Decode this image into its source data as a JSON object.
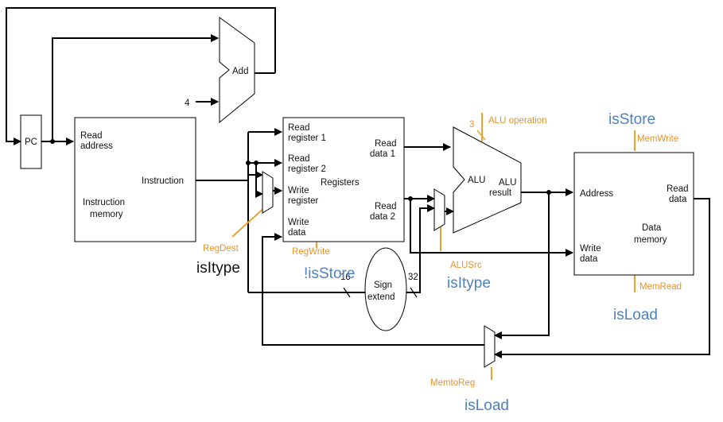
{
  "blocks": {
    "pc": "PC",
    "add": "Add",
    "four": "4",
    "imem_read": "Read",
    "imem_address": "address",
    "imem_instruction": "Instruction",
    "imem_name1": "Instruction",
    "imem_name2": "memory",
    "reg_read1a": "Read",
    "reg_read1b": "register 1",
    "reg_read2a": "Read",
    "reg_read2b": "register 2",
    "reg_writea": "Write",
    "reg_writeb": "register",
    "reg_wdataa": "Write",
    "reg_wdatab": "data",
    "reg_name": "Registers",
    "reg_rd1a": "Read",
    "reg_rd1b": "data 1",
    "reg_rd2a": "Read",
    "reg_rd2b": "data 2",
    "sign_a": "Sign",
    "sign_b": "extend",
    "bits16": "16",
    "bits32": "32",
    "alu": "ALU",
    "alu_result_a": "ALU",
    "alu_result_b": "result",
    "alu_bits": "3",
    "dmem_address": "Address",
    "dmem_reada": "Read",
    "dmem_readb": "data",
    "dmem_writea": "Write",
    "dmem_writeb": "data",
    "dmem_name_a": "Data",
    "dmem_name_b": "memory"
  },
  "controls": {
    "alu_operation": "ALU operation",
    "mem_write": "MemWrite",
    "mem_read": "MemRead",
    "reg_dest": "RegDest",
    "reg_write": "RegWrite",
    "alu_src": "ALUSrc",
    "mem_to_reg": "MemtoReg"
  },
  "signals": {
    "is_store": "isStore",
    "not_is_store": "!isStore",
    "is_itype_regdest": "isItype",
    "is_itype_alusrc": "isItype",
    "is_load_mem": "isLoad",
    "is_load_mux": "isLoad"
  },
  "colors": {
    "control": "#e8922a",
    "signal": "#4f81bd",
    "wire": "#000000"
  }
}
